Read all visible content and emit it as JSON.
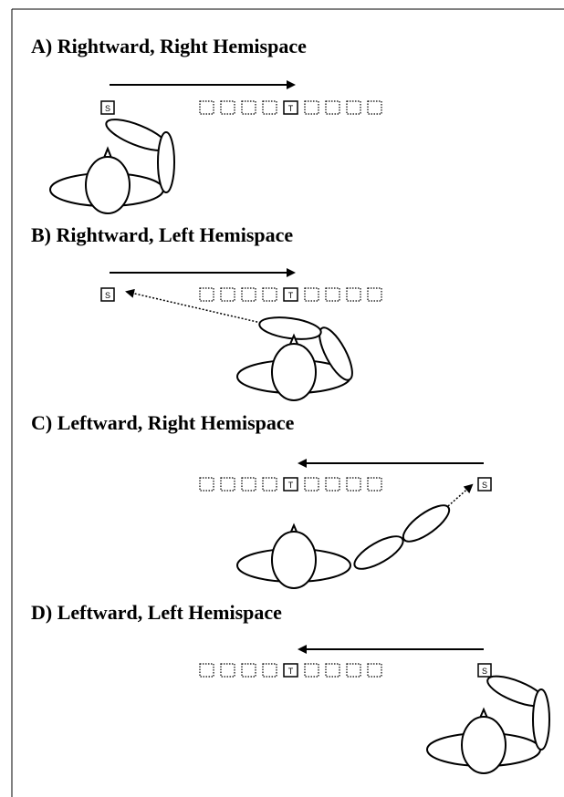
{
  "figure": {
    "panels": [
      {
        "id": "A",
        "title": "A) Rightward, Right Hemispace",
        "direction": "rightward",
        "hemispace": "right",
        "start_label": "S",
        "target_label": "T",
        "pointing_arrow": false
      },
      {
        "id": "B",
        "title": "B) Rightward, Left Hemispace",
        "direction": "rightward",
        "hemispace": "left",
        "start_label": "S",
        "target_label": "T",
        "pointing_arrow": true
      },
      {
        "id": "C",
        "title": "C) Leftward, Right Hemispace",
        "direction": "leftward",
        "hemispace": "right",
        "start_label": "S",
        "target_label": "T",
        "pointing_arrow": true
      },
      {
        "id": "D",
        "title": "D) Leftward, Left Hemispace",
        "direction": "leftward",
        "hemispace": "left",
        "start_label": "S",
        "target_label": "T",
        "pointing_arrow": false
      }
    ],
    "box_row": {
      "boxes_per_row": 9,
      "target_index": 4,
      "placeholder_style": "dotted"
    },
    "colors": {
      "ink": "#000000",
      "background": "#ffffff",
      "frame": "#000000"
    }
  }
}
